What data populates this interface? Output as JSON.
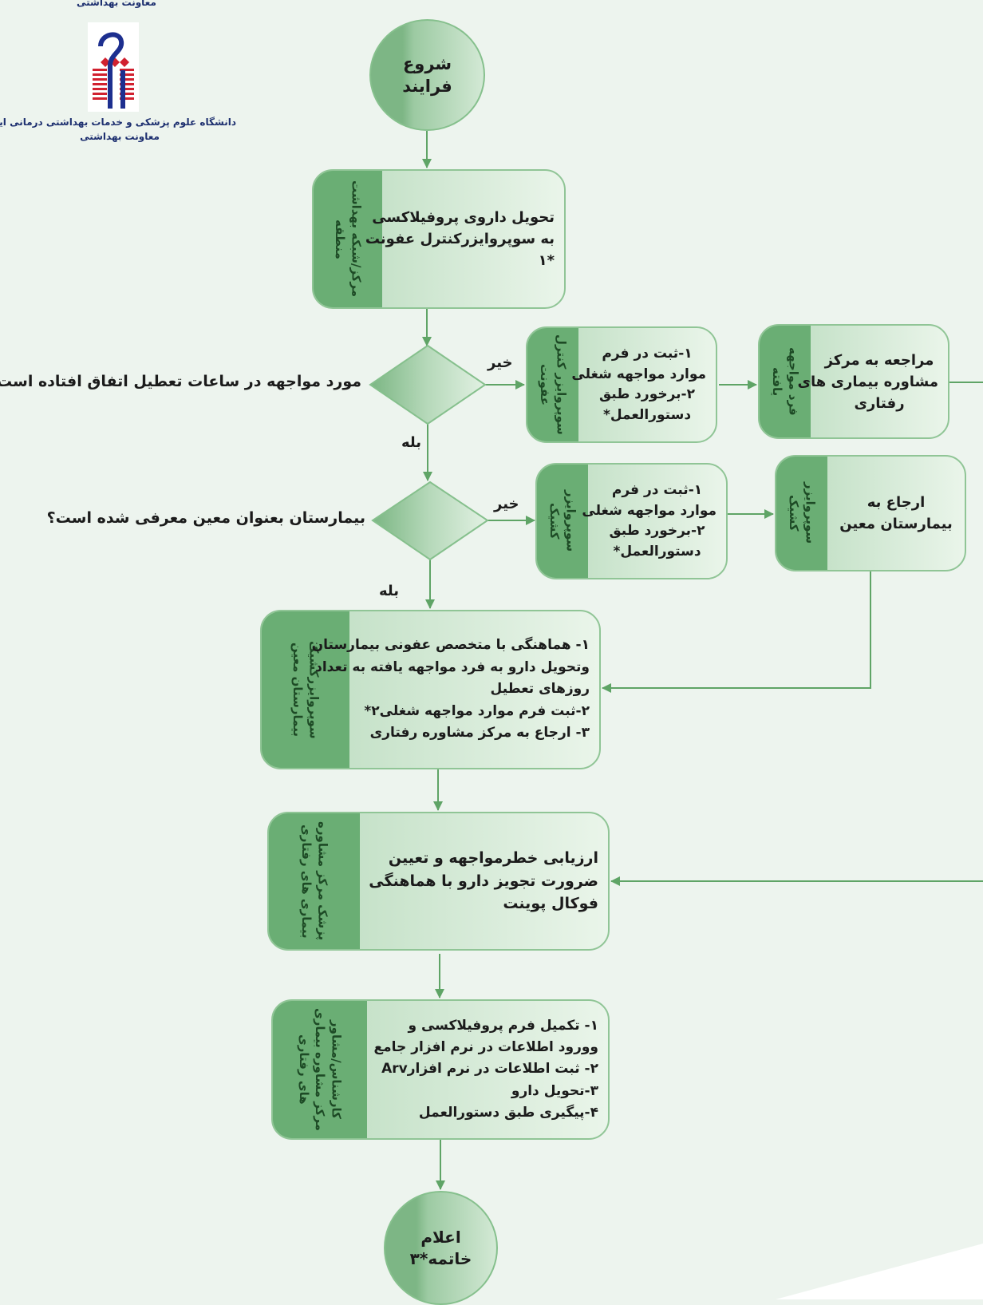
{
  "header": {
    "top_caption": "معاونت بهداشتی",
    "university_name": "دانشگاه علوم پزشکی و خدمات بهداشتی درمانی ایران",
    "deputy_name": "معاونت بهداشتی"
  },
  "colors": {
    "line": "#5fa466",
    "role_fill": "#6aae74",
    "box_border": "#90c596",
    "background": "#edf4ee"
  },
  "start": {
    "label": "شروع\nفرایند"
  },
  "end": {
    "label": "اعلام\nخاتمه*۳"
  },
  "step1": {
    "role": "مرکز/شبکه بهداشت منطقه",
    "lines": [
      "تحویل داروی پروفیلاکسی",
      "به سوپروایزرکنترل عفونت",
      "*۱"
    ]
  },
  "decision1": {
    "question": "مورد مواجهه در ساعات تعطیل اتفاق افتاده است؟",
    "no_label": "خیر",
    "yes_label": "بله"
  },
  "no1_step": {
    "role": "سوپروایزر کنترل عفونت",
    "lines": [
      "۱-ثبت در فرم",
      "موارد مواجهه شغلی",
      "۲-برخورد طبق",
      "دستورالعمل*"
    ]
  },
  "no1_next": {
    "role": "فرد مواجهه یافته",
    "lines": [
      "مراجعه به مرکز",
      "مشاوره بیماری های",
      "رفتاری"
    ]
  },
  "decision2": {
    "question": "بیمارستان بعنوان معین معرفی شده است؟",
    "no_label": "خیر",
    "yes_label": "بله"
  },
  "no2_step": {
    "role": "سوپروایزر کشیک",
    "lines": [
      "۱-ثبت در فرم",
      "موارد مواجهه شغلی",
      "۲-برخورد طبق",
      "دستورالعمل*"
    ]
  },
  "no2_next": {
    "role": "سوپروایزر کشیک",
    "lines": [
      "ارجاع به",
      "بیمارستان معین"
    ]
  },
  "step_yes2": {
    "role": "سوپروایزرکشیک بیمارستان معین",
    "lines": [
      "۱- هماهنگی با متخصص عفونی بیمارستان",
      "وتحویل دارو به فرد مواجهه یافته به تعداد",
      "روزهای تعطیل",
      "۲-ثبت فرم موارد مواجهه شغلی۲*",
      "۳- ارجاع به مرکز مشاوره رفتاری"
    ]
  },
  "step_assess": {
    "role": "پزشک مرکز مشاوره بیماری های رفتاری",
    "lines": [
      "ارزیابی خطرمواجهه و تعیین",
      "ضرورت تجویز دارو با هماهنگی",
      "فوکال پوینت"
    ]
  },
  "step_final": {
    "role": "کارشناس/مشاور مرکز مشاوره بیماری های رفتاری",
    "lines": [
      "۱- تکمیل فرم پروفیلاکسی و",
      "وورود اطلاعات در نرم افزار جامع",
      "۲- ثبت اطلاعات در نرم افزارArv",
      "۳-تحویل دارو",
      "۴-پیگیری طبق دستورالعمل"
    ]
  }
}
